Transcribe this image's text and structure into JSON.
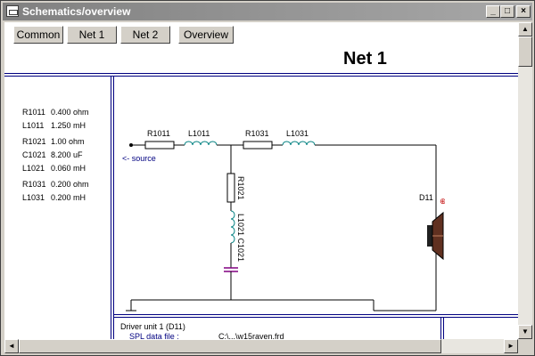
{
  "window": {
    "title": "Schematics/overview",
    "controls": {
      "minimize": "_",
      "maximize": "□",
      "close": "×"
    }
  },
  "toolbar": {
    "buttons": [
      "Common",
      "Net 1",
      "Net 2",
      "Overview"
    ]
  },
  "net_title": "Net 1",
  "components": [
    {
      "name": "R1011",
      "value": "0.400 ohm"
    },
    {
      "name": "L1011",
      "value": "1.250 mH"
    },
    {
      "name": "R1021",
      "value": "1.00 ohm"
    },
    {
      "name": "C1021",
      "value": "8.200 uF"
    },
    {
      "name": "L1021",
      "value": "0.060 mH"
    },
    {
      "name": "R1031",
      "value": "0.200 ohm"
    },
    {
      "name": "L1031",
      "value": "0.200 mH"
    }
  ],
  "schematic": {
    "labels": {
      "r1011": "R1011",
      "l1011": "L1011",
      "r1031": "R1031",
      "l1031": "L1031",
      "r1021": "R1021",
      "l1021_c1021": "L1021 C1021",
      "source": "<- source",
      "driver": "D11",
      "polarity": "⊕"
    },
    "colors": {
      "wire": "#000000",
      "inductor": "#008080",
      "capacitor": "#800080",
      "source_label": "#000080",
      "polarity": "#c00000"
    }
  },
  "driver_info": {
    "title": "Driver unit 1 (D11)",
    "spl_label": "SPL data file :",
    "spl_value": "C:\\...\\w15raven.frd"
  },
  "scrollbars": {
    "up": "▲",
    "down": "▼",
    "left": "◄",
    "right": "►"
  }
}
